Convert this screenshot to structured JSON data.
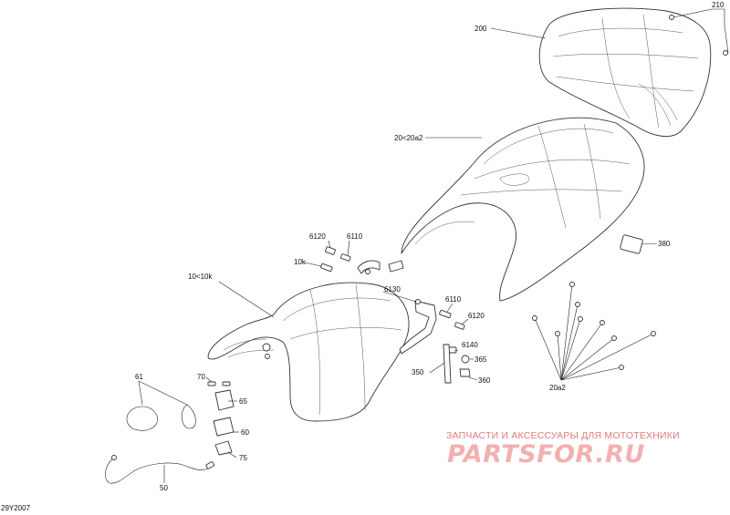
{
  "callouts": {
    "c210": "210",
    "c200": "200",
    "c20_20a2": "20<20a2",
    "c380": "380",
    "c6120a": "6120",
    "c6110a": "6110",
    "c10k": "10k",
    "c10_10k": "10<10k",
    "c6130": "6130",
    "c6110b": "6110",
    "c6120b": "6120",
    "c6140": "6140",
    "c365": "365",
    "c350": "350",
    "c360": "360",
    "c20a2": "20a2",
    "c61": "61",
    "c70": "70",
    "c65": "65",
    "c60": "60",
    "c75": "75",
    "c50": "50"
  },
  "watermark": {
    "caption": "ЗАПЧАСТИ И АКСЕССУАРЫ ДЛЯ МОТОТЕХНИКИ",
    "logo": "PARTSFOR.RU"
  },
  "doc_id": "29Y2007",
  "colors": {
    "line": "#222222",
    "watermark": "#e37a7a"
  }
}
